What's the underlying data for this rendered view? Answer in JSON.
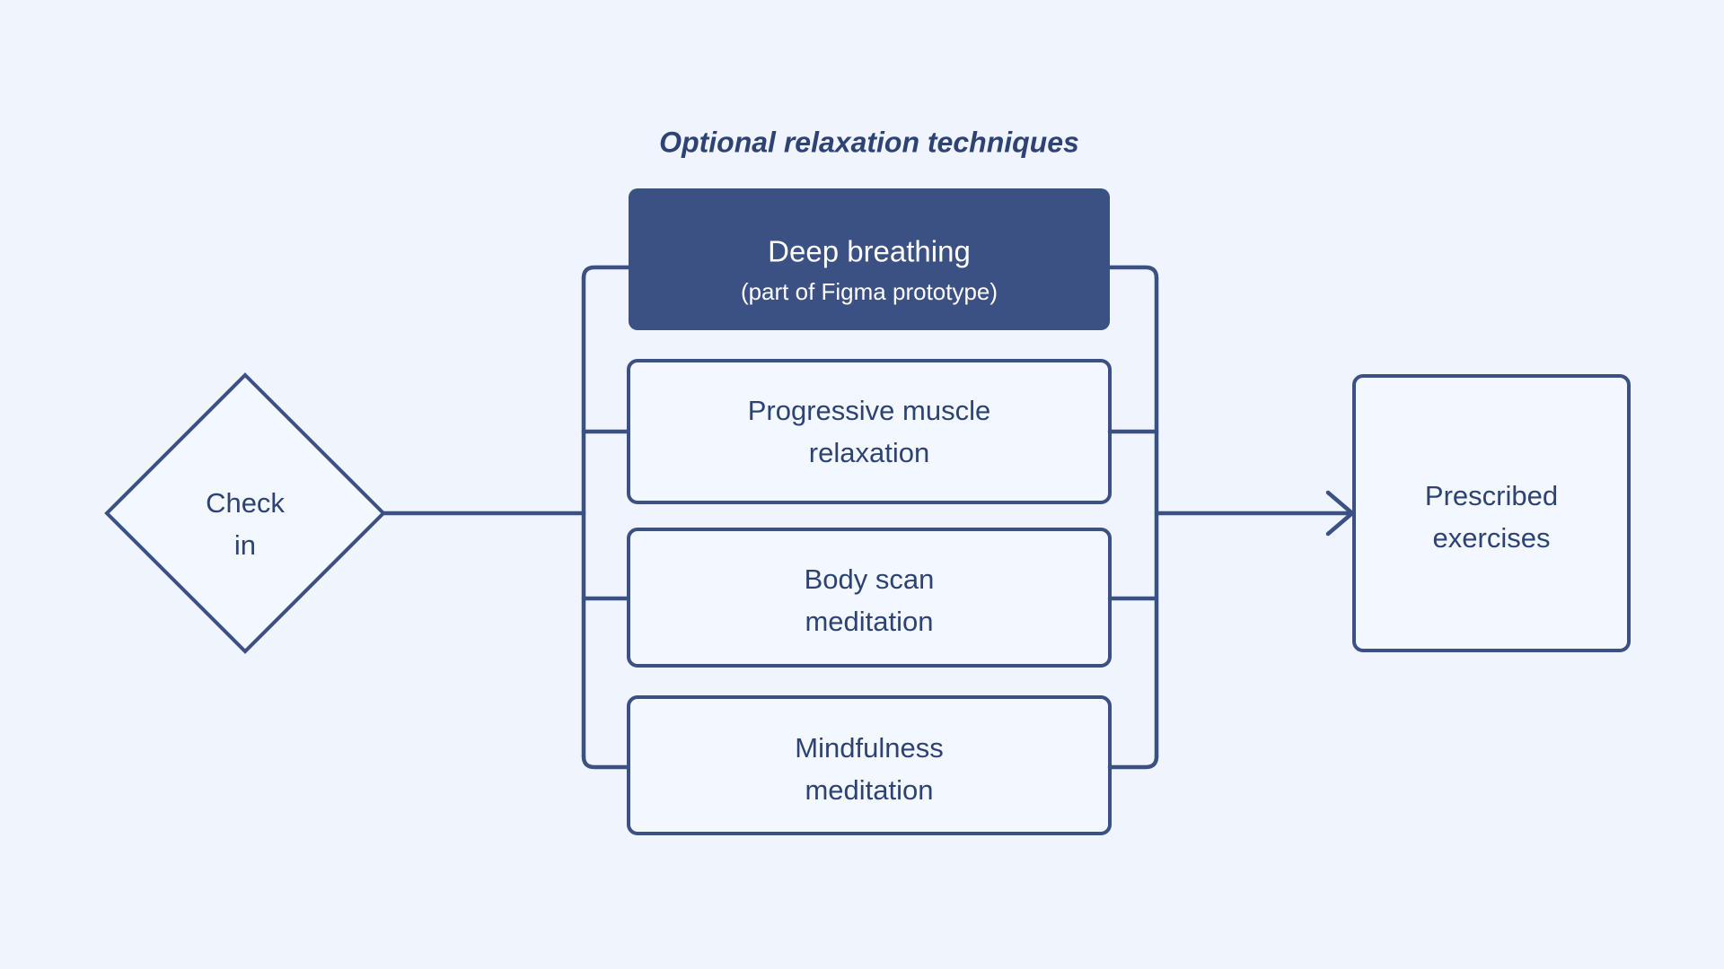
{
  "diagram": {
    "title": "Optional relaxation techniques",
    "background_color": "#eff4fd",
    "accent_color": "#3b5083",
    "node_fill_color": "#f3f7fe",
    "highlight_fill_color": "#3b5083",
    "highlight_text_color": "#ffffff",
    "text_color": "#2e4373"
  },
  "start": {
    "shape": "diamond",
    "line1": "Check",
    "line2": "in"
  },
  "options": [
    {
      "id": "deep-breathing",
      "line1": "Deep breathing",
      "line2": "(part of Figma prototype)",
      "highlighted": true
    },
    {
      "id": "progressive-muscle-relaxation",
      "line1": "Progressive muscle",
      "line2": "relaxation",
      "highlighted": false
    },
    {
      "id": "body-scan-meditation",
      "line1": "Body scan",
      "line2": "meditation",
      "highlighted": false
    },
    {
      "id": "mindfulness-meditation",
      "line1": "Mindfulness",
      "line2": "meditation",
      "highlighted": false
    }
  ],
  "end": {
    "shape": "rectangle",
    "line1": "Prescribed",
    "line2": "exercises"
  }
}
